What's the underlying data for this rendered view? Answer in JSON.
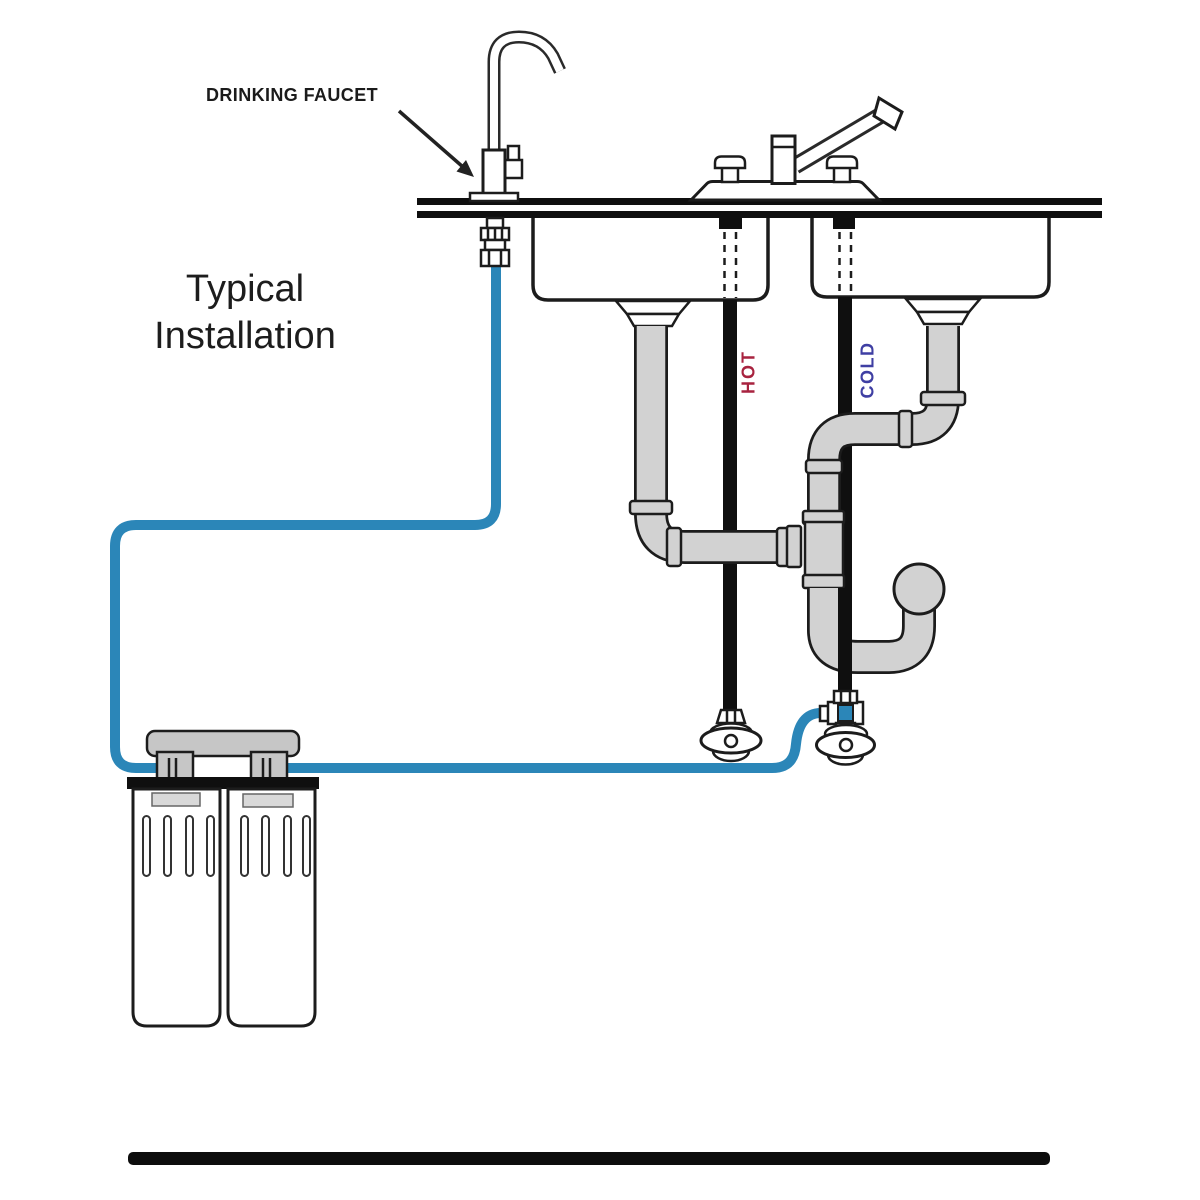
{
  "title": {
    "line1": "Typical",
    "line2": "Installation"
  },
  "labels": {
    "drinking_faucet": "DRINKING FAUCET",
    "hot": "HOT",
    "cold": "COLD"
  },
  "colors": {
    "tubing_blue": "#2b86b8",
    "hot_label_red": "#a8233f",
    "cold_label_blue": "#3f3fa3",
    "pipe_gray": "#d2d2d2",
    "fitting_gray": "#c6c6c6",
    "outline_dark": "#1c1c1c",
    "supply_pipe_black": "#0f0f0f",
    "text_dark": "#1f1f1f"
  }
}
